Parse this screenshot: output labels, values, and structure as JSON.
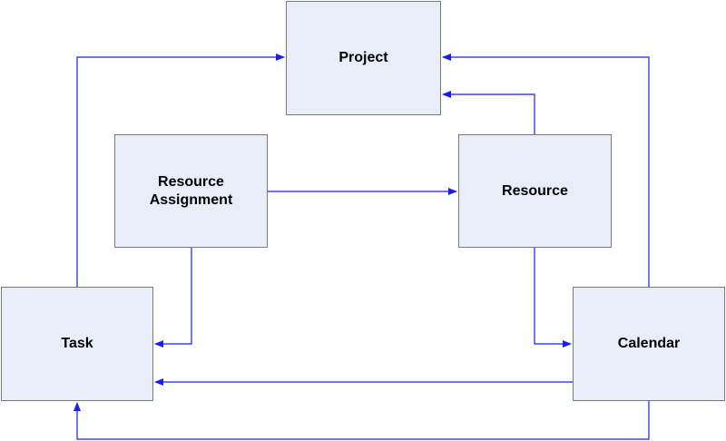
{
  "nodes": {
    "project": "Project",
    "resource_assignment": [
      "Resource",
      "Assignment"
    ],
    "resource": "Resource",
    "task": "Task",
    "calendar": "Calendar"
  },
  "colors": {
    "node_fill": "#e8edf7",
    "node_border": "#7a7a7a",
    "connector": "#1a1aff"
  },
  "connections": [
    {
      "from": "task",
      "to": "project"
    },
    {
      "from": "calendar",
      "to": "project"
    },
    {
      "from": "resource",
      "to": "project"
    },
    {
      "from": "resource_assignment",
      "to": "resource"
    },
    {
      "from": "resource_assignment",
      "to": "task"
    },
    {
      "from": "resource",
      "to": "calendar"
    },
    {
      "from": "calendar",
      "to": "task"
    },
    {
      "from": "calendar",
      "to": "task"
    }
  ]
}
